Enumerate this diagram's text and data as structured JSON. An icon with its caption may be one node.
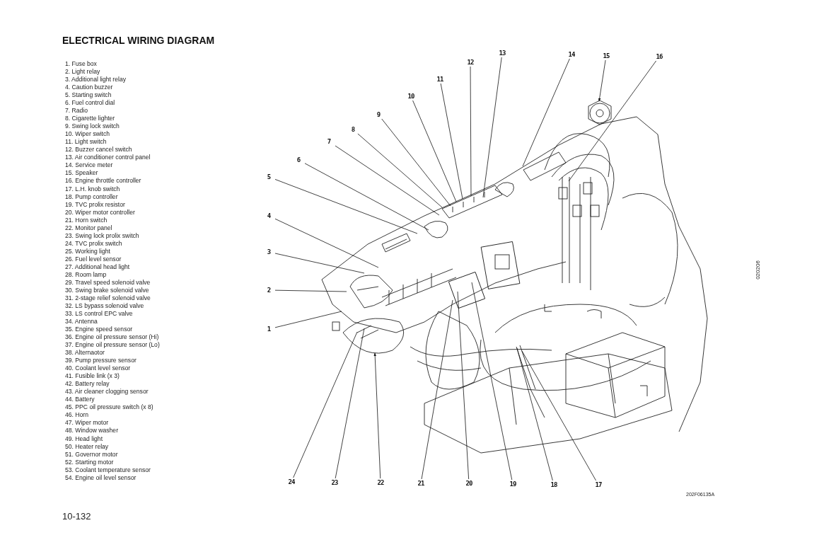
{
  "diagram": {
    "title": "ELECTRICAL WIRING DIAGRAM",
    "nodes": [
      {
        "text": [
          "1"
        ]
      },
      {
        "text": [
          "2"
        ]
      },
      {
        "text": [
          "3"
        ]
      },
      {
        "text": [
          "4"
        ]
      },
      {
        "text": [
          "5"
        ]
      },
      {
        "text": [
          "6"
        ]
      },
      {
        "text": [
          "7"
        ]
      },
      {
        "text": [
          "8"
        ]
      },
      {
        "text": [
          "9"
        ]
      },
      {
        "text": [
          "10"
        ]
      },
      {
        "text": [
          "11"
        ]
      },
      {
        "text": [
          "12"
        ]
      },
      {
        "text": [
          "13"
        ]
      },
      {
        "text": [
          "14"
        ]
      },
      {
        "text": [
          "15"
        ]
      },
      {
        "text": [
          "16"
        ]
      },
      {
        "text": [
          "17"
        ]
      },
      {
        "text": [
          "18"
        ]
      },
      {
        "text": [
          "19"
        ]
      },
      {
        "text": [
          "20"
        ]
      },
      {
        "text": [
          "21"
        ]
      },
      {
        "text": [
          "22"
        ]
      },
      {
        "text": [
          "23"
        ]
      },
      {
        "text": [
          "24"
        ]
      }
    ],
    "edges": [
      {
        "from": 0,
        "to": null,
        "arrow": "none"
      },
      {
        "from": 1,
        "to": null,
        "arrow": "none"
      },
      {
        "from": 2,
        "to": null,
        "arrow": "none"
      },
      {
        "from": 3,
        "to": null,
        "arrow": "none"
      },
      {
        "from": 4,
        "to": null,
        "arrow": "none"
      },
      {
        "from": 5,
        "to": null,
        "arrow": "none"
      },
      {
        "from": 6,
        "to": null,
        "arrow": "none"
      },
      {
        "from": 7,
        "to": null,
        "arrow": "none"
      },
      {
        "from": 8,
        "to": null,
        "arrow": "none"
      },
      {
        "from": 9,
        "to": null,
        "arrow": "none"
      },
      {
        "from": 10,
        "to": null,
        "arrow": "none"
      },
      {
        "from": 11,
        "to": null,
        "arrow": "none"
      },
      {
        "from": 12,
        "to": null,
        "arrow": "none"
      },
      {
        "from": 13,
        "to": null,
        "arrow": "none"
      },
      {
        "from": 14,
        "to": null,
        "arrow": "to"
      },
      {
        "from": 15,
        "to": null,
        "arrow": "none"
      },
      {
        "from": 16,
        "to": null,
        "arrow": "none"
      },
      {
        "from": 17,
        "to": null,
        "arrow": "none"
      },
      {
        "from": 18,
        "to": null,
        "arrow": "none"
      },
      {
        "from": 19,
        "to": null,
        "arrow": "none"
      },
      {
        "from": 20,
        "to": null,
        "arrow": "none"
      },
      {
        "from": 21,
        "to": null,
        "arrow": "to"
      },
      {
        "from": 22,
        "to": null,
        "arrow": "none"
      },
      {
        "from": 23,
        "to": null,
        "arrow": "none"
      }
    ],
    "labels": [
      "1. Fuse box",
      "2. Light relay",
      "3. Additional light relay",
      "4. Caution buzzer",
      "5. Starting switch",
      "6. Fuel control dial",
      "7. Radio",
      "8. Cigarette lighter",
      "9. Swing lock switch",
      "10. Wiper switch",
      "11. Light switch",
      "12. Buzzer cancel switch",
      "13. Air conditioner control panel",
      "14. Service meter",
      "15. Speaker",
      "16. Engine throttle controller",
      "17. L.H. knob switch",
      "18. Pump controller",
      "19. TVC prolix resistor",
      "20. Wiper motor controller",
      "21. Horn switch",
      "22. Monitor panel",
      "23. Swing lock prolix switch",
      "24. TVC prolix switch",
      "25. Working light",
      "26. Fuel level sensor",
      "27. Additional head light",
      "28. Room lamp",
      "29. Travel speed solenoid valve",
      "30. Swing brake solenoid valve",
      "31. 2-stage relief solenoid valve",
      "32. LS bypass solenoid valve",
      "33. LS control EPC valve",
      "34. Antenna",
      "35. Engine speed sensor",
      "36. Engine oil pressure sensor (Hi)",
      "37. Engine oil pressure sensor (Lo)",
      "38. Alternaotor",
      "39. Pump pressure sensor",
      "40. Coolant level sensor",
      "41. Fusible link (x 3)",
      "42. Battery relay",
      "43. Air cleaner clogging sensor",
      "44. Battery",
      "45. PPC oil pressure switch (x 8)",
      "46. Horn",
      "47. Wiper motor",
      "48. Window washer",
      "49. Head light",
      "50. Heater relay",
      "51. Governor motor",
      "52. Starting motor",
      "53. Coolant temperature sensor",
      "54. Engine oil level sensor",
      "020206",
      "202F06135A",
      "10-132"
    ]
  }
}
